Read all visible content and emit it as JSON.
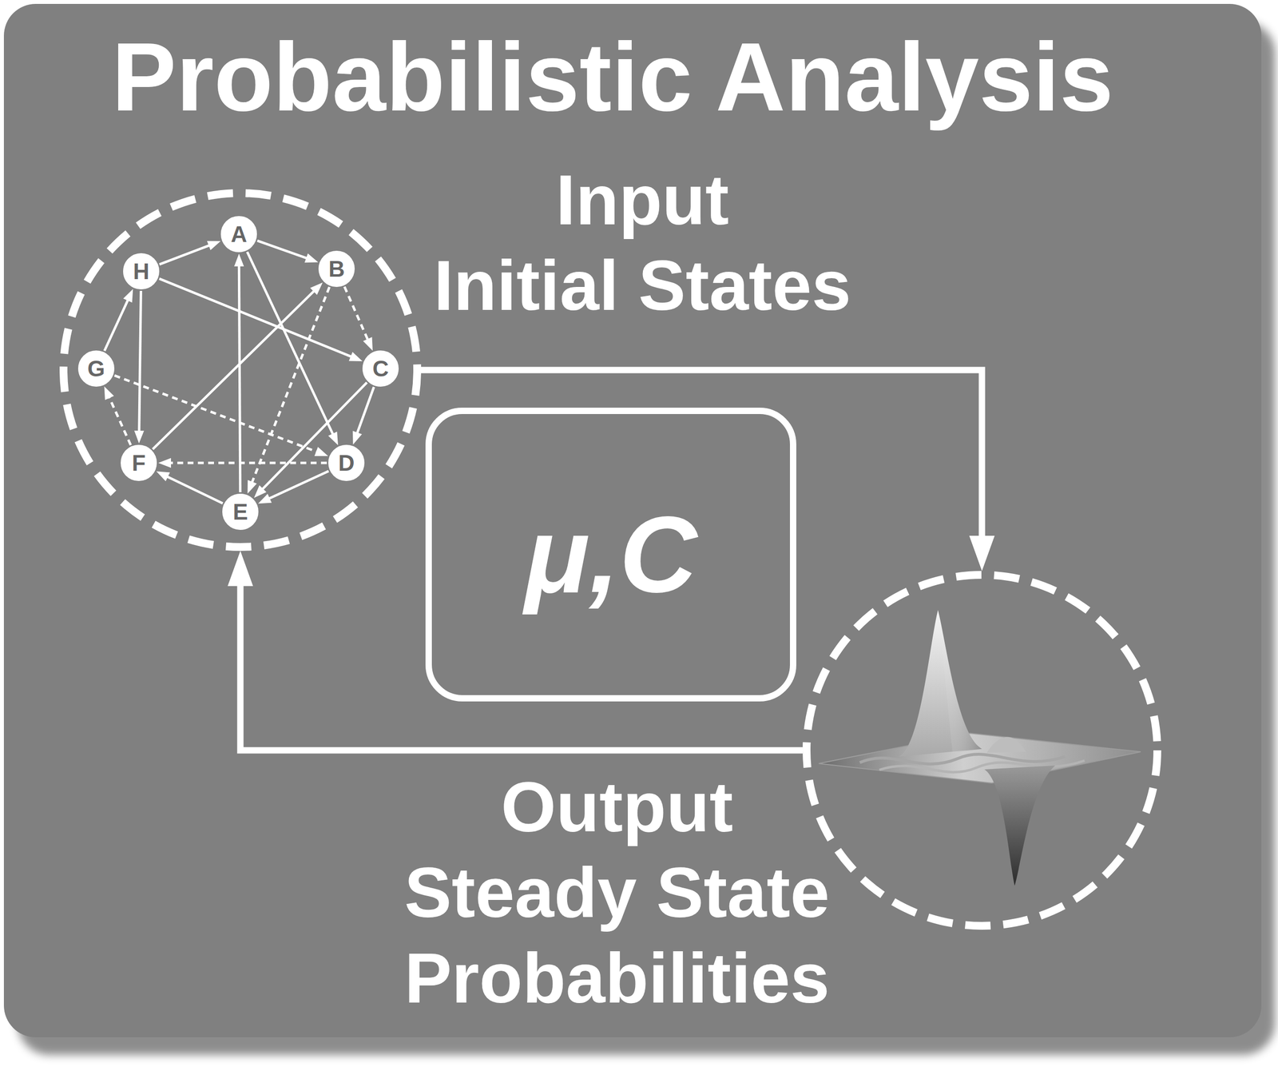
{
  "diagram": {
    "title": "Probabilistic Analysis",
    "nodes": [
      {
        "text": [
          "Input Initial States"
        ]
      },
      {
        "text": [
          "A"
        ],
        "in": 0
      },
      {
        "text": [
          "B"
        ],
        "in": 0
      },
      {
        "text": [
          "C"
        ],
        "in": 0
      },
      {
        "text": [
          "D"
        ],
        "in": 0
      },
      {
        "text": [
          "E"
        ],
        "in": 0
      },
      {
        "text": [
          "F"
        ],
        "in": 0
      },
      {
        "text": [
          "G"
        ],
        "in": 0
      },
      {
        "text": [
          "H"
        ],
        "in": 0
      },
      {
        "text": [
          "μ,C"
        ]
      },
      {
        "text": [
          "Output Steady State Probabilities"
        ]
      }
    ],
    "edges": [
      {
        "from": 0,
        "to": 10,
        "arrow": "to"
      },
      {
        "from": 10,
        "to": 0,
        "arrow": "to"
      },
      {
        "from": 8,
        "to": 1,
        "arrow": "to"
      },
      {
        "from": 1,
        "to": 2,
        "arrow": "to"
      },
      {
        "from": 2,
        "to": 3,
        "arrow": "to"
      },
      {
        "from": 3,
        "to": 4,
        "arrow": "to"
      },
      {
        "from": 4,
        "to": 5,
        "arrow": "to"
      },
      {
        "from": 5,
        "to": 6,
        "arrow": "to"
      },
      {
        "from": 6,
        "to": 7,
        "arrow": "to"
      },
      {
        "from": 7,
        "to": 8,
        "arrow": "to"
      },
      {
        "from": 8,
        "to": 6,
        "arrow": "to"
      },
      {
        "from": 6,
        "to": 2,
        "arrow": "to"
      },
      {
        "from": 1,
        "to": 4,
        "arrow": "to"
      },
      {
        "from": 5,
        "to": 1,
        "arrow": "to"
      },
      {
        "from": 8,
        "to": 3,
        "arrow": "to"
      },
      {
        "from": 3,
        "to": 5,
        "arrow": "to"
      },
      {
        "from": 7,
        "to": 4,
        "arrow": "to"
      },
      {
        "from": 4,
        "to": 6,
        "arrow": "to"
      },
      {
        "from": 2,
        "to": 5,
        "arrow": "to"
      }
    ]
  }
}
